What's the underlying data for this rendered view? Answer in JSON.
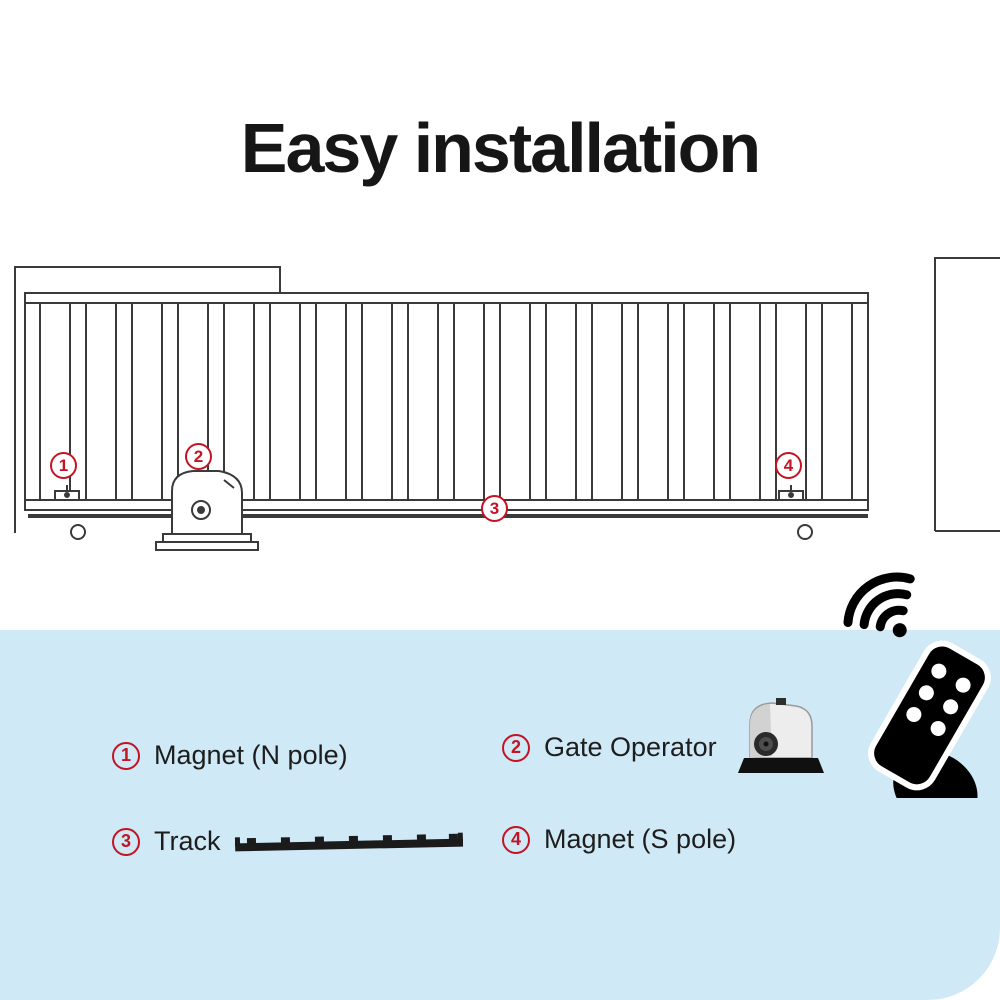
{
  "title": "Easy installation",
  "colors": {
    "accent_red": "#c41322",
    "panel_blue": "#cfe9f6",
    "line_gray": "#3a3a3a"
  },
  "legend": {
    "items": [
      {
        "num": "1",
        "label": "Magnet (N pole)"
      },
      {
        "num": "2",
        "label": "Gate Operator"
      },
      {
        "num": "3",
        "label": "Track"
      },
      {
        "num": "4",
        "label": "Magnet (S pole)"
      }
    ]
  },
  "icons": {
    "remote": "remote-control-icon",
    "wifi": "wifi-signal-icon",
    "operator_photo": "gate-operator-photo",
    "track_photo": "track-rack-photo"
  }
}
